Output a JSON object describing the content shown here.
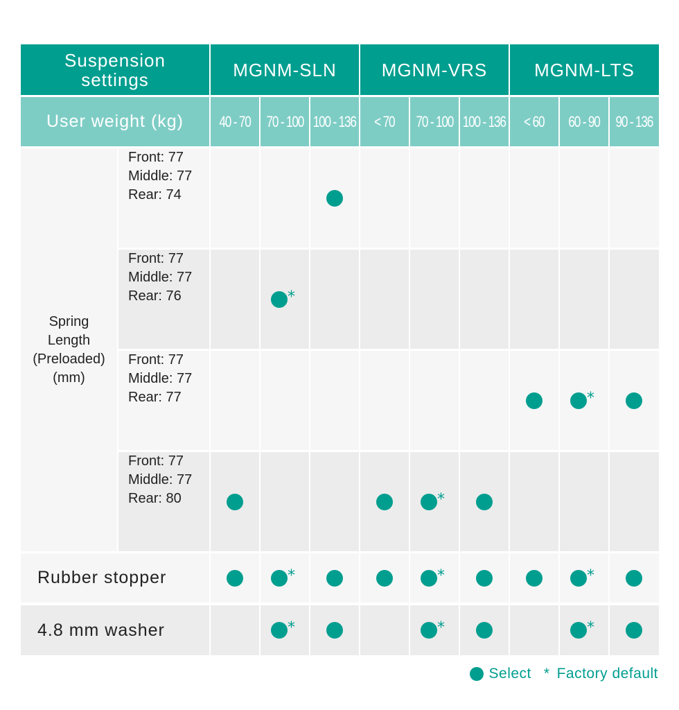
{
  "header": {
    "settings_label_line1": "Suspension",
    "settings_label_line2": "settings",
    "user_weight_label": "User weight (kg)",
    "models": [
      {
        "name": "MGNM-SLN",
        "weights": [
          "40 - 70",
          "70 - 100",
          "100 - 136"
        ]
      },
      {
        "name": "MGNM-VRS",
        "weights": [
          "< 70",
          "70 - 100",
          "100 - 136"
        ]
      },
      {
        "name": "MGNM-LTS",
        "weights": [
          "< 60",
          "60 - 90",
          "90 - 136"
        ]
      }
    ]
  },
  "spring": {
    "label_lines": [
      "Spring",
      "Length",
      "(Preloaded)",
      "(mm)"
    ],
    "rows": [
      {
        "lines": [
          "Front: 77",
          "Middle: 77",
          "Rear: 74"
        ],
        "marks": [
          "",
          "",
          "select",
          "",
          "",
          "",
          "",
          "",
          ""
        ]
      },
      {
        "lines": [
          "Front: 77",
          "Middle: 77",
          "Rear: 76"
        ],
        "marks": [
          "",
          "default",
          "",
          "",
          "",
          "",
          "",
          "",
          ""
        ]
      },
      {
        "lines": [
          "Front: 77",
          "Middle: 77",
          "Rear: 77"
        ],
        "marks": [
          "",
          "",
          "",
          "",
          "",
          "",
          "select",
          "default",
          "select"
        ]
      },
      {
        "lines": [
          "Front: 77",
          "Middle: 77",
          "Rear: 80"
        ],
        "marks": [
          "select",
          "",
          "",
          "select",
          "default",
          "select",
          "",
          "",
          ""
        ]
      }
    ]
  },
  "extras": [
    {
      "label": "Rubber stopper",
      "marks": [
        "select",
        "default",
        "select",
        "select",
        "default",
        "select",
        "select",
        "default",
        "select"
      ]
    },
    {
      "label": "4.8 mm washer",
      "marks": [
        "",
        "default",
        "select",
        "",
        "default",
        "select",
        "",
        "default",
        "select"
      ]
    }
  ],
  "legend": {
    "select_label": "Select",
    "star_symbol": "*",
    "default_label": "Factory default"
  },
  "colors": {
    "teal": "#009e8f",
    "light_teal": "#7ecdc5",
    "row_light": "#f6f6f6",
    "row_dark": "#ececec"
  }
}
